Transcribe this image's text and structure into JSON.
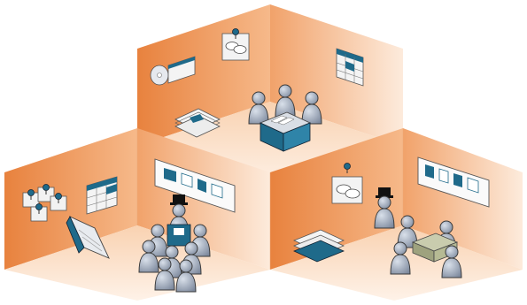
{
  "scene": {
    "rooms": [
      {
        "id": "room-top",
        "objects": [
          "cd-disc-icon",
          "monitor-icon",
          "sticky-note-icon",
          "speech-bubbles-icon",
          "pushpin-icon",
          "calendar-icon",
          "document-stack-icon",
          "card-box-icon",
          "person-icon"
        ]
      },
      {
        "id": "room-left",
        "objects": [
          "sticky-note-icon",
          "pushpin-icon",
          "calendar-icon",
          "folder-icon",
          "whiteboard-icon",
          "top-hat-icon",
          "lectern-icon",
          "person-icon"
        ]
      },
      {
        "id": "room-right",
        "objects": [
          "sticky-note-icon",
          "speech-bubbles-icon",
          "pushpin-icon",
          "whiteboard-icon",
          "top-hat-icon",
          "paper-stack-icon",
          "table-icon",
          "person-icon"
        ]
      }
    ],
    "colors": {
      "wall_dark": "#E8823E",
      "wall_light": "#FBD9BD",
      "floor": "#FCE6D2",
      "accent_blue": "#1F6A8A",
      "person_gray": "#8E9AAE",
      "outline": "#3A3A3A"
    }
  }
}
